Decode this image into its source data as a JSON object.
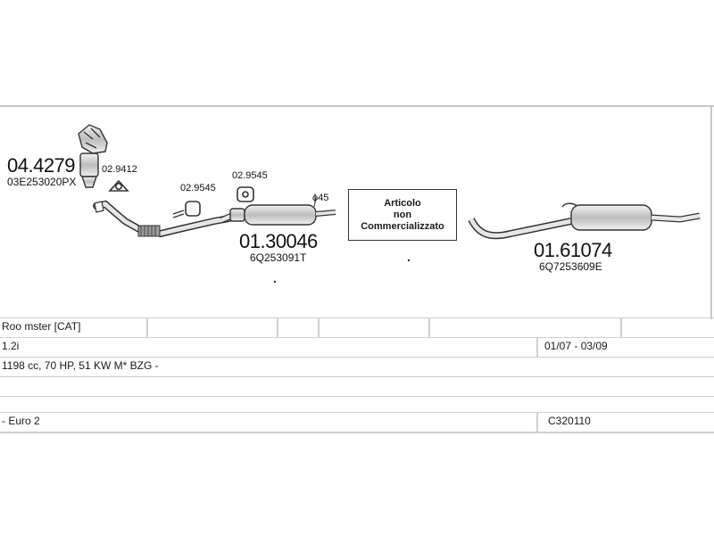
{
  "parts": {
    "catalytic_converter": {
      "code": "04.4279",
      "oem": "03E253020PX"
    },
    "gasket_a": {
      "code": "02.9412"
    },
    "gasket_b": {
      "code": "02.9545"
    },
    "gasket_c": {
      "code": "02.9545"
    },
    "middle_silencer": {
      "code": "01.30046",
      "oem": "6Q253091T",
      "diameter": "ϕ45"
    },
    "rear_silencer": {
      "code": "01.61074",
      "oem": "6Q7253609E"
    }
  },
  "notice": {
    "line1": "Articolo",
    "line2": "non",
    "line3": "Commercializzato"
  },
  "vehicle": {
    "model": "Roo mster  [CAT]",
    "engine": "1.2i",
    "period": "01/07 - 03/09",
    "specs": "1198 cc, 70 HP, 51 KW M* BZG -",
    "emission": "- Euro 2",
    "code": "C320110"
  },
  "colors": {
    "line": "#333333",
    "grid": "#cfcfcf",
    "part_fill": "#d9d9d9"
  }
}
